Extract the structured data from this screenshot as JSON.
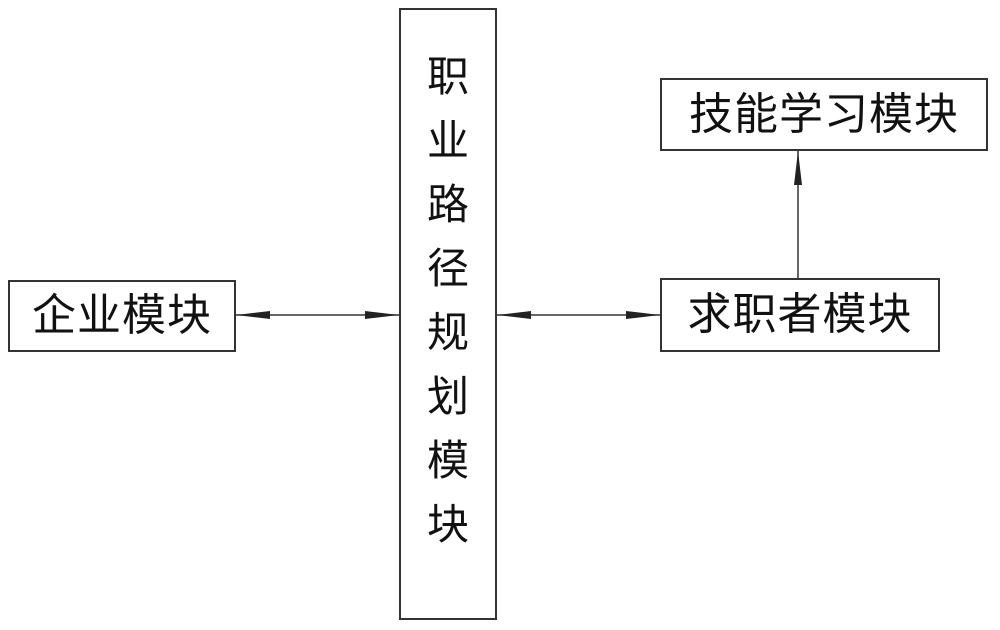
{
  "modules": {
    "enterprise": "企业模块",
    "career_planning": [
      "职",
      "业",
      "路",
      "径",
      "规",
      "划",
      "模",
      "块"
    ],
    "job_seeker": "求职者模块",
    "skill_learning": "技能学习模块"
  },
  "colors": {
    "line": "#333333",
    "text": "#111111"
  }
}
